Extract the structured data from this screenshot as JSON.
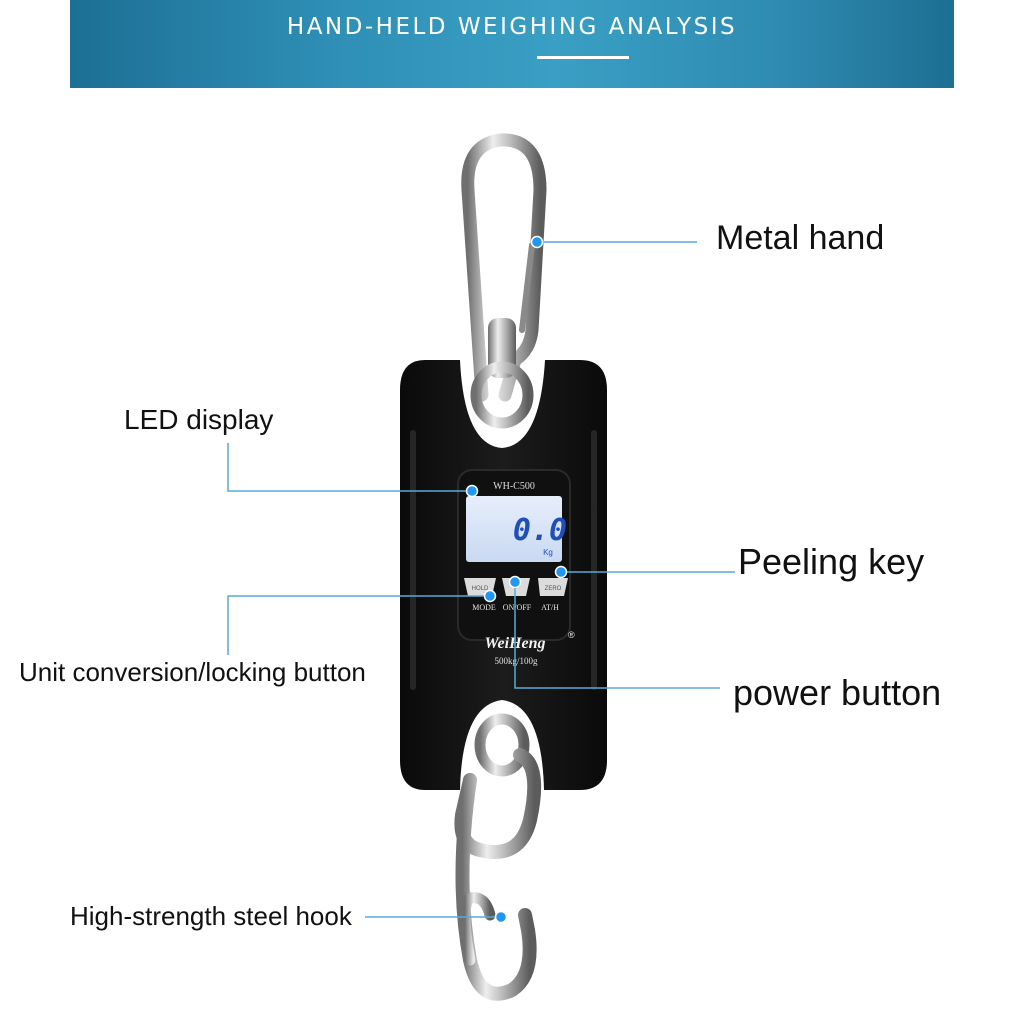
{
  "banner": {
    "title": "HAND-HELD WEIGHING ANALYSIS"
  },
  "device": {
    "model": "WH-C500",
    "reading": "0.0",
    "unit": "Kg",
    "brand": "WeiHeng",
    "capacity": "500kg/100g",
    "buttons": [
      {
        "top": "HOLD",
        "bottom": "MODE"
      },
      {
        "top": "",
        "bottom": "ON/OFF"
      },
      {
        "top": "ZERO",
        "bottom": "AT/H"
      }
    ]
  },
  "callouts": {
    "metal_hand": "Metal hand",
    "led_display": "LED display",
    "peeling_key": "Peeling key",
    "unit_button": "Unit conversion/locking button",
    "power_button": "power button",
    "steel_hook": "High-strength steel hook"
  },
  "colors": {
    "banner": "#2f8fb6",
    "callout_line": "#5aa9d8",
    "callout_dot": "#2196f3",
    "body": "#141414",
    "lcd": "#d9e6f7",
    "lcd_digits": "#1f4fb8"
  }
}
